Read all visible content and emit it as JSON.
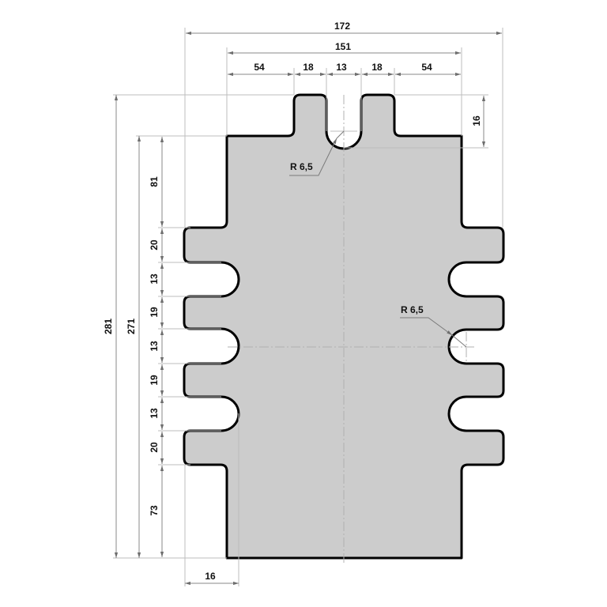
{
  "drawing": {
    "part_fill": "#cccccc",
    "outline_color": "#000000",
    "horizontal_dimensions": {
      "overall_width": "172",
      "body_width": "151",
      "chain": [
        "54",
        "18",
        "13",
        "18",
        "54"
      ],
      "tooth_depth": "16"
    },
    "vertical_dimensions": {
      "overall_height": "281",
      "body_height": "271",
      "tab_height": "16",
      "chain": [
        "81",
        "20",
        "13",
        "19",
        "13",
        "19",
        "13",
        "20",
        "73"
      ]
    },
    "radius_labels": {
      "top_notch": "R 6,5",
      "side_notch": "R 6,5"
    }
  }
}
